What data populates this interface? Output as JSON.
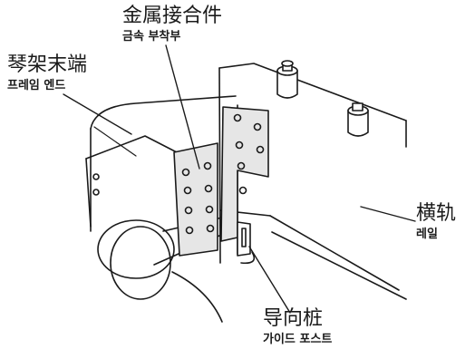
{
  "labels": {
    "metal_bracket": {
      "zh": "金属接合件",
      "ko": "금속 부착부"
    },
    "frame_end": {
      "zh": "琴架末端",
      "ko": "프레임 엔드"
    },
    "rail": {
      "zh": "横轨",
      "ko": "레일"
    },
    "guide_post": {
      "zh": "导向桩",
      "ko": "가이드 포스트"
    }
  },
  "colors": {
    "line": "#1a1a1a",
    "bracket_fill": "#e6e6e6",
    "background": "#ffffff"
  }
}
